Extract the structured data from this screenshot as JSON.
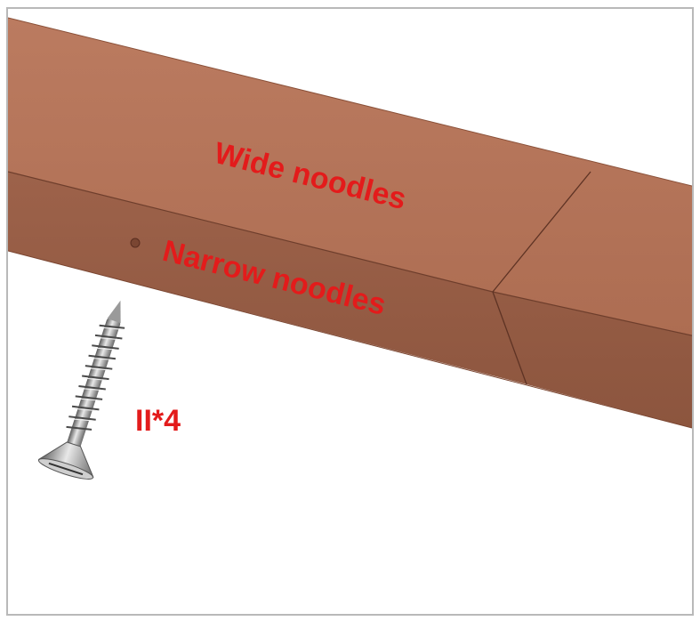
{
  "labels": {
    "wide": "Wide noodles",
    "narrow": "Narrow noodles",
    "screw_count": "II*4"
  },
  "colors": {
    "beam_top": "#b5745a",
    "beam_side": "#9a5f47",
    "beam_edge": "#6e3e2c",
    "label_red": "#e31b1b",
    "frame_border": "#b9b9b9"
  },
  "icons": {
    "fastener": "screw-icon"
  }
}
